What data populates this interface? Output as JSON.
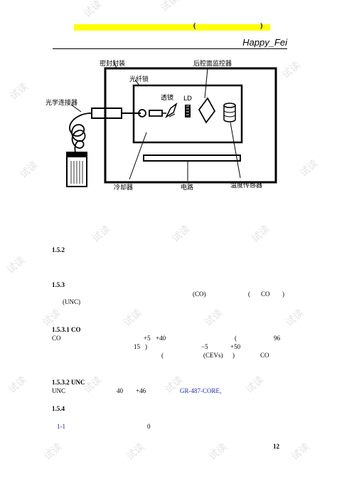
{
  "highlight": {
    "open_paren": "(",
    "close_paren": ")",
    "color": "#ffff00"
  },
  "header": {
    "title": "Happy_Fei"
  },
  "watermark": {
    "text": "试读"
  },
  "diagram": {
    "labels": {
      "mifeng": "密封封装",
      "guangxianzuo": "光纤锁",
      "houqiang": "后腔面监控器",
      "guangxue": "光学连接器",
      "toujing": "透镜",
      "ld": "LD",
      "lengque": "冷却器",
      "dianlu": "电路",
      "wendu": "温度传感器"
    }
  },
  "sections": {
    "s152": {
      "num": "1.5.2"
    },
    "s153": {
      "num": "1.5.3",
      "co": "(CO)",
      "paren_open": "(",
      "co2": "CO",
      "paren_close": ")",
      "unc": "(UNC)"
    },
    "s1531": {
      "heading": "1.5.3.1 CO",
      "co": "CO",
      "plus5": "+5",
      "plus40": "+40",
      "paren_open": "(",
      "n96": "96",
      "n15": "15",
      "close1": ")",
      "minus5": "−5",
      "plus50": "+50",
      "paren_open2": "(",
      "cevs": "(CEVs)",
      "close2": ")",
      "co3": "CO"
    },
    "s1532": {
      "heading": "1.5.3.2 UNC",
      "unc": "UNC",
      "n40": "40",
      "plus46": "+46",
      "gr": "GR-487-CORE,"
    },
    "s154": {
      "num": "1.5.4",
      "ref": "1-1",
      "zero": "0"
    }
  },
  "page_number": "12"
}
